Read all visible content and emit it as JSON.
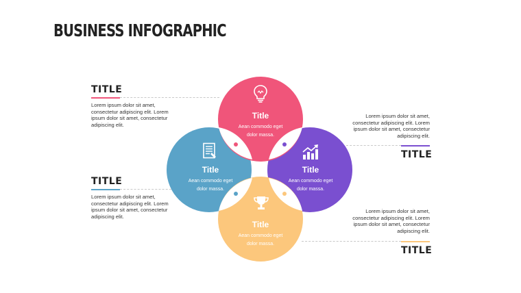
{
  "header": {
    "title": "BUSINESS INFOGRAPHIC"
  },
  "left_top": {
    "title": "TITLE",
    "lines": [
      "Lorem ipsum dolor  sit amet,",
      "consectetur adipiscing elit. Lorem",
      "ipsum dolor  sit amet, consectetur",
      "adipiscing elit."
    ]
  },
  "left_bottom": {
    "title": "TITLE",
    "lines": [
      "Lorem ipsum dolor  sit amet,",
      "consectetur adipiscing elit. Lorem",
      "ipsum dolor  sit amet, consectetur",
      "adipiscing elit."
    ]
  },
  "right_top": {
    "title": "TITLE",
    "lines": [
      "Lorem ipsum dolor  sit amet,",
      "consectetur adipiscing elit. Lorem",
      "ipsum dolor  sit amet, consectetur",
      "adipiscing elit."
    ]
  },
  "right_bottom": {
    "title": "TITLE",
    "lines": [
      "Lorem ipsum dolor  sit amet,",
      "consectetur adipiscing elit. Lorem",
      "ipsum dolor  sit amet, consectetur",
      "adipiscing elit."
    ]
  },
  "petals": {
    "top": {
      "title": "Title",
      "line1": "Aean commodo eget",
      "line2": "dolor massa.",
      "icon": "lightbulb-icon",
      "color": "#f0557a"
    },
    "left": {
      "title": "Title",
      "line1": "Aean commodo eget",
      "line2": "dolor massa.",
      "icon": "document-icon",
      "color": "#5aa3c8"
    },
    "right": {
      "title": "Title",
      "line1": "Aean commodo eget",
      "line2": "dolor massa.",
      "icon": "chart-icon",
      "color": "#7a4fd0"
    },
    "bottom": {
      "title": "Title",
      "line1": "Aean commodo eget",
      "line2": "dolor massa.",
      "icon": "trophy-icon",
      "color": "#fcc77c"
    }
  },
  "colors": {
    "pink": "#f0557a",
    "blue": "#5aa3c8",
    "purple": "#7a4fd0",
    "yellow": "#fcc77c"
  }
}
